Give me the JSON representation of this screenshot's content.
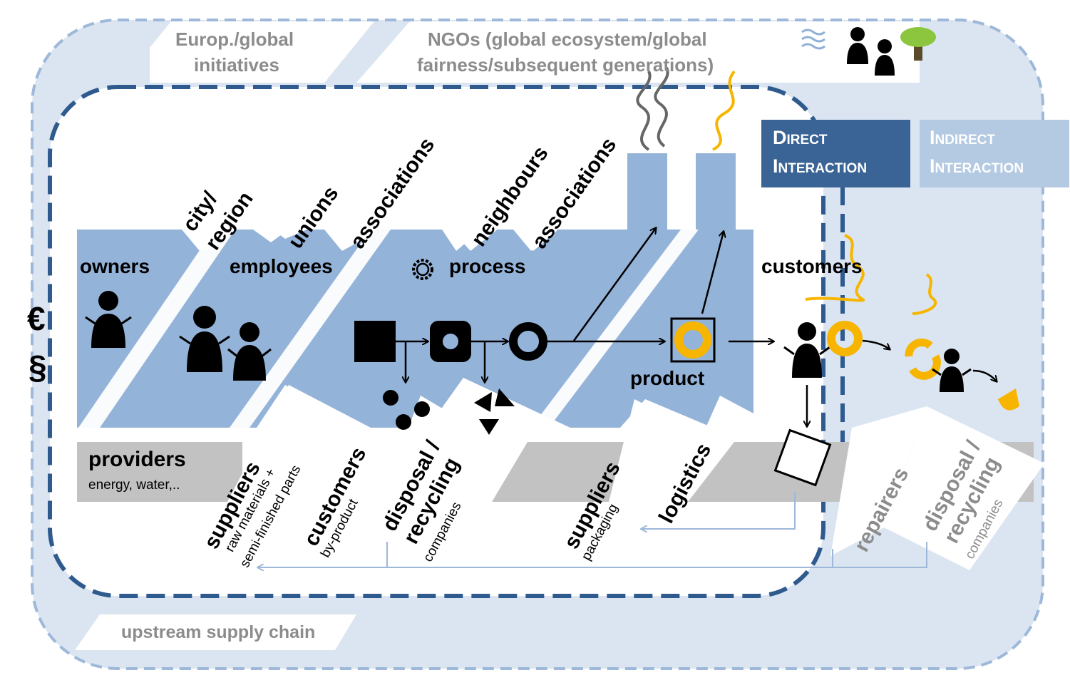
{
  "top_labels": {
    "initiatives_line1": "Europ./global",
    "initiatives_line2": "initiatives",
    "ngos_line1": "NGOs (global ecosystem/global",
    "ngos_line2": "fairness/subsequent generations)"
  },
  "interaction": {
    "direct_line1": "Direct",
    "direct_line2": "Interaction",
    "indirect_line1": "Indirect",
    "indirect_line2": "Interaction"
  },
  "stakeholders_top": {
    "city_line1": "city/",
    "city_line2": "region",
    "unions": "unions",
    "associations_1": "associations",
    "neighbours": "neighbours",
    "associations_2": "associations"
  },
  "factory": {
    "owners": "owners",
    "employees": "employees",
    "process": "process",
    "product": "product",
    "customers": "customers"
  },
  "side_symbols": {
    "euro": "€",
    "paragraph": "§"
  },
  "providers": {
    "title": "providers",
    "subtitle": "energy, water,.."
  },
  "bottom_labels": {
    "suppliers": "suppliers",
    "suppliers_sub1": "raw materials +",
    "suppliers_sub2": "semi-finished parts",
    "customers": "customers",
    "customers_sub": "by-product",
    "disposal_line1": "disposal /",
    "disposal_line2": "recycling",
    "disposal_sub": "companies",
    "packaging_title": "suppliers",
    "packaging_sub": "packaging",
    "logistics": "logistics",
    "repairers": "repairers",
    "disposal2_line1": "disposal /",
    "disposal2_line2": "recycling",
    "disposal2_sub": "companies"
  },
  "upstream": "upstream supply chain",
  "colors": {
    "factory_blue": "#94b3d9",
    "light_blue": "#dbe5f1",
    "dark_blue": "#2f5a8e",
    "direct_box": "#3a6396",
    "indirect_box": "#b4c9e2",
    "yellow": "#f7b500",
    "grey_band": "#c2c2c2",
    "arrow_blue": "#9db8d9"
  },
  "icons": [
    "euro-icon",
    "paragraph-icon",
    "gear-icon",
    "water-wave-icon",
    "tree-icon",
    "person-icon",
    "smoke-icon"
  ]
}
